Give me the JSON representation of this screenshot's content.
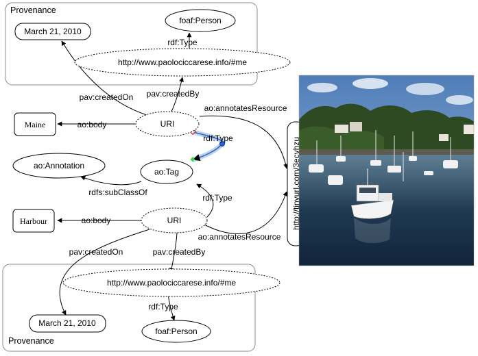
{
  "top": {
    "title": "Provenance",
    "date": "March 21, 2010",
    "person": "foaf:Person",
    "uri": "http://www.paolociccarese.info/#me",
    "rdf_type": "rdf:Type",
    "created_on": "pav:createdOn",
    "created_by": "pav:createdBy"
  },
  "bottom": {
    "title": "Provenance",
    "date": "March 21, 2010",
    "person": "foaf:Person",
    "uri": "http://www.paolociccarese.info/#me",
    "rdf_type": "rdf:Type",
    "created_on": "pav:createdOn",
    "created_by": "pav:createdBy"
  },
  "center": {
    "uri1": "URI",
    "uri2": "URI",
    "maine": "Maine",
    "harbour": "Harbour",
    "body1": "ao:body",
    "body2": "ao:body",
    "annotation": "ao:Annotation",
    "tag": "ao:Tag",
    "subclass": "rdfs:subClassOf",
    "rdf_type1": "rdf:Type",
    "rdf_type2": "rdf:Type",
    "annotates1": "ao:annotatesResource",
    "annotates2": "ao:annotatesResource"
  },
  "resource": {
    "tinyurl": "http://tinyurl.com/3ecvhzu"
  }
}
